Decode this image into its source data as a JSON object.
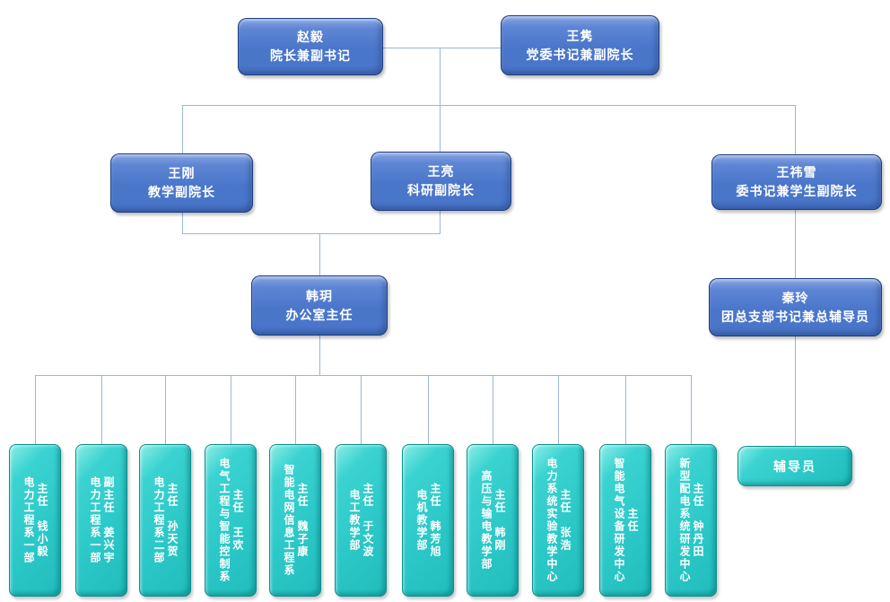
{
  "org": {
    "level1": [
      {
        "name": "赵毅",
        "title": "院长兼副书记"
      },
      {
        "name": "王隽",
        "title": "党委书记兼副院长"
      }
    ],
    "level2": [
      {
        "name": "王刚",
        "title": "教学副院长"
      },
      {
        "name": "王亮",
        "title": "科研副院长"
      },
      {
        "name": "王祎雪",
        "title": "委书记兼学生副院长"
      }
    ],
    "level3": [
      {
        "name": "韩玥",
        "title": "办公室主任"
      },
      {
        "name": "秦玲",
        "title": "团总支部书记兼总辅导员"
      }
    ],
    "departments": [
      {
        "dept": "电力工程系一部",
        "head": "主任　钱小毅"
      },
      {
        "dept": "电力工程系一部",
        "head": "副主任　姜兴宇"
      },
      {
        "dept": "电力工程系二部",
        "head": "主任　孙天贺"
      },
      {
        "dept": "电气工程与智能控制系",
        "head": "主任　王欢"
      },
      {
        "dept": "智能电网信息工程系",
        "head": "主任　魏子康"
      },
      {
        "dept": "电工教学部",
        "head": "主任　于文波"
      },
      {
        "dept": "电机教学部",
        "head": "主任　韩芳旭"
      },
      {
        "dept": "高压与输电教学部",
        "head": "主任　韩刚"
      },
      {
        "dept": "电力系统实验教学中心",
        "head": "主任　张浩"
      },
      {
        "dept": "智能电气设备研发中心",
        "head": "主任"
      },
      {
        "dept": "新型配电系统研发中心",
        "head": "主任　钟丹田"
      }
    ],
    "counselor_label": "辅导员"
  },
  "colors": {
    "node_blue": "#4a76ca",
    "node_teal": "#2cc8c8",
    "connector": "#9ab6dc",
    "text": "#ffffff"
  }
}
